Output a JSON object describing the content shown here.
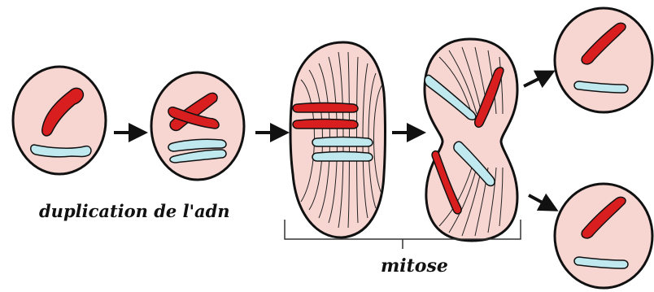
{
  "labels": {
    "duplication": "duplication de l'adn",
    "mitosis": "mitose"
  },
  "colors": {
    "cytoplasm": "#f7d6d2",
    "membrane": "#111111",
    "chromosome_red": "#d81e1e",
    "chromosome_blue": "#bfe9ee",
    "spindle": "#222222",
    "arrow": "#111111",
    "background": "#ffffff"
  },
  "stages": [
    {
      "name": "cell-initial",
      "chromosomes": "single"
    },
    {
      "name": "cell-dna-duplicated",
      "chromosomes": "duplicated"
    },
    {
      "name": "cell-metaphase",
      "chromosomes": "aligned"
    },
    {
      "name": "cell-anaphase",
      "chromosomes": "separating"
    },
    {
      "name": "daughter-cell-top",
      "chromosomes": "single"
    },
    {
      "name": "daughter-cell-bottom",
      "chromosomes": "single"
    }
  ]
}
